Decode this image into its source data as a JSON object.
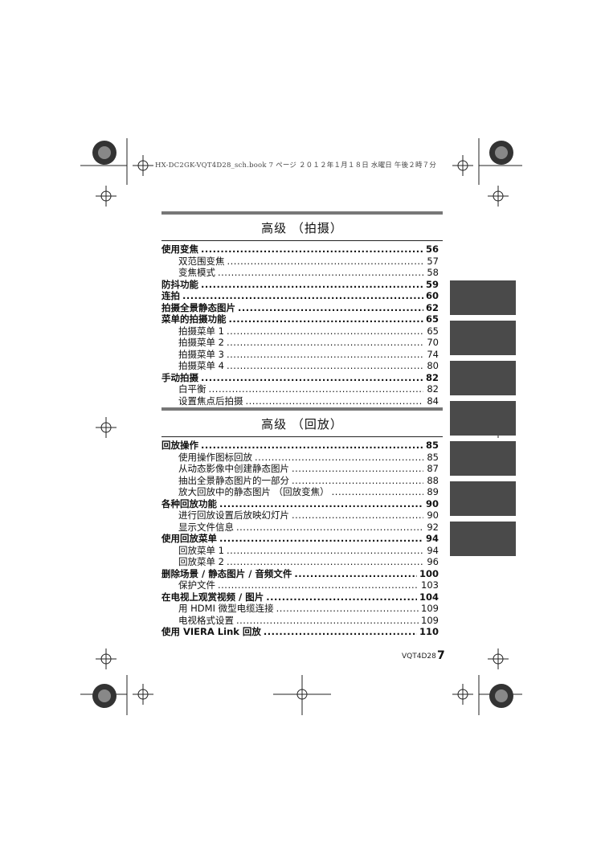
{
  "header": {
    "book_line": "HX-DC2GK-VQT4D28_sch.book  7 ページ  ２０１２年１月１８日  水曜日  午後２時７分"
  },
  "sections": [
    {
      "title": "高级 （拍摄）",
      "entries": [
        {
          "label": "使用变焦",
          "page": "56",
          "level": "main"
        },
        {
          "label": "双范围变焦",
          "page": "57",
          "level": "sub"
        },
        {
          "label": "变焦模式",
          "page": "58",
          "level": "sub"
        },
        {
          "label": "防抖功能",
          "page": "59",
          "level": "main"
        },
        {
          "label": "连拍",
          "page": "60",
          "level": "main"
        },
        {
          "label": "拍摄全景静态图片",
          "page": "62",
          "level": "main"
        },
        {
          "label": "菜单的拍摄功能",
          "page": "65",
          "level": "main"
        },
        {
          "label": "拍摄菜单 1",
          "page": "65",
          "level": "sub"
        },
        {
          "label": "拍摄菜单 2",
          "page": "70",
          "level": "sub"
        },
        {
          "label": "拍摄菜单 3",
          "page": "74",
          "level": "sub"
        },
        {
          "label": "拍摄菜单 4",
          "page": "80",
          "level": "sub"
        },
        {
          "label": "手动拍摄",
          "page": "82",
          "level": "main"
        },
        {
          "label": "白平衡",
          "page": "82",
          "level": "sub"
        },
        {
          "label": "设置焦点后拍摄",
          "page": "84",
          "level": "sub"
        }
      ]
    },
    {
      "title": "高级 （回放）",
      "entries": [
        {
          "label": "回放操作",
          "page": "85",
          "level": "main"
        },
        {
          "label": "使用操作图标回放",
          "page": "85",
          "level": "sub"
        },
        {
          "label": "从动态影像中创建静态图片",
          "page": "87",
          "level": "sub"
        },
        {
          "label": "抽出全景静态图片的一部分",
          "page": "88",
          "level": "sub"
        },
        {
          "label": "放大回放中的静态图片 （回放变焦）",
          "page": "89",
          "level": "sub"
        },
        {
          "label": "各种回放功能",
          "page": "90",
          "level": "main"
        },
        {
          "label": "进行回放设置后放映幻灯片",
          "page": "90",
          "level": "sub"
        },
        {
          "label": "显示文件信息",
          "page": "92",
          "level": "sub"
        },
        {
          "label": "使用回放菜单",
          "page": "94",
          "level": "main"
        },
        {
          "label": "回放菜单 1",
          "page": "94",
          "level": "sub"
        },
        {
          "label": "回放菜单 2",
          "page": "96",
          "level": "sub"
        },
        {
          "label": "删除场景 / 静态图片 / 音频文件",
          "page": "100",
          "level": "main"
        },
        {
          "label": "保护文件",
          "page": "103",
          "level": "sub"
        },
        {
          "label": "在电视上观赏视频 / 图片",
          "page": "104",
          "level": "main"
        },
        {
          "label": "用 HDMI 微型电缆连接",
          "page": "109",
          "level": "sub"
        },
        {
          "label": "电视格式设置",
          "page": "109",
          "level": "sub"
        },
        {
          "label": "使用 VIERA Link 回放",
          "page": "110",
          "level": "main"
        }
      ]
    }
  ],
  "footer": {
    "code": "VQT4D28",
    "page_number": "7"
  },
  "colors": {
    "side_tab": "#4a4a4a",
    "section_bar": "#777777"
  }
}
